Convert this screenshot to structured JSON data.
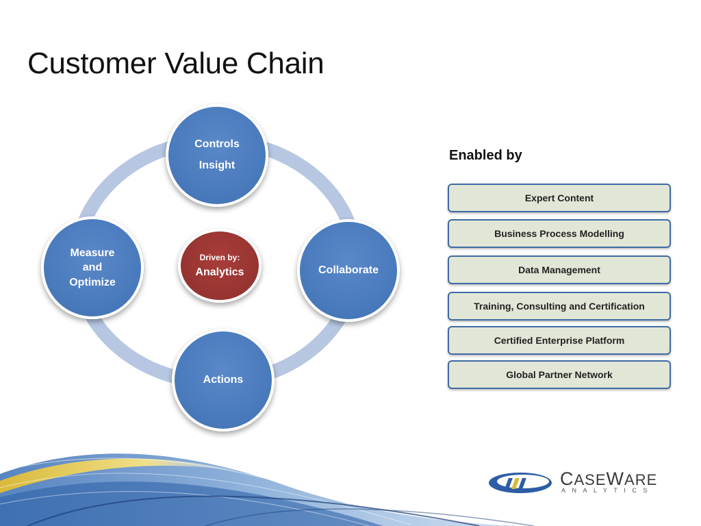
{
  "slide": {
    "title": "Customer Value Chain"
  },
  "cycle": {
    "nodes": {
      "controls": {
        "line1": "Controls",
        "line2": "Insight"
      },
      "measure": {
        "line1": "Measure",
        "line2": "and",
        "line3": "Optimize"
      },
      "collaborate": {
        "label": "Collaborate"
      },
      "actions": {
        "label": "Actions"
      }
    },
    "center": {
      "sub": "Driven by:",
      "main": "Analytics"
    },
    "colors": {
      "node": "#4a7bbd",
      "center": "#963431",
      "ring": "#b7c7e2"
    }
  },
  "enabled": {
    "title": "Enabled by",
    "items": [
      "Expert Content",
      "Business Process Modelling",
      "Data Management",
      "Training, Consulting and Certification",
      "Certified Enterprise Platform",
      "Global Partner Network"
    ]
  },
  "logo": {
    "name_cap1": "C",
    "name_part1": "ASE",
    "name_cap2": "W",
    "name_part2": "ARE",
    "tagline": "ANALYTICS"
  }
}
